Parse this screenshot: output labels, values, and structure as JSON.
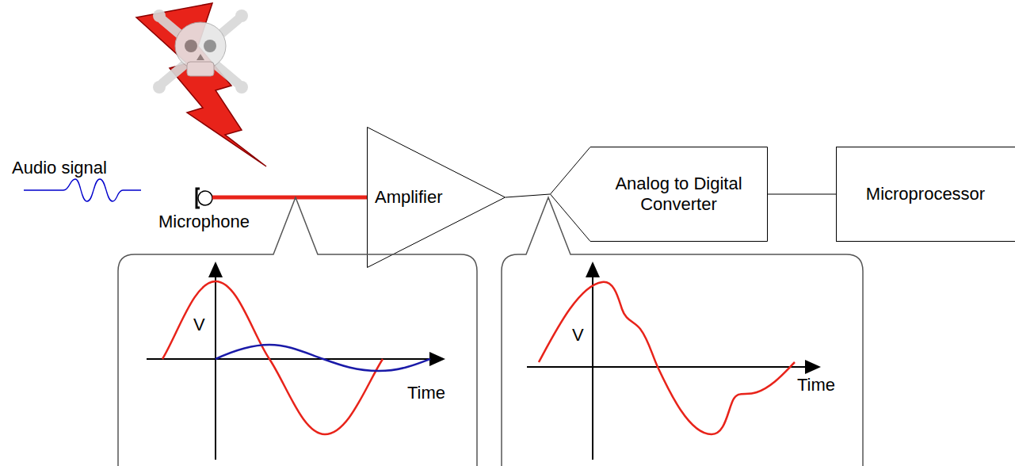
{
  "diagram": {
    "nodes": [
      {
        "text": [
          "Amplifier"
        ]
      },
      {
        "text": [
          "Analog to Digital Converter"
        ]
      },
      {
        "text": [
          "Microprocessor"
        ]
      },
      {
        "text": [
          "V",
          "Time"
        ]
      },
      {
        "text": [
          "V",
          "Time"
        ]
      }
    ],
    "edges": [
      {
        "from": 0,
        "to": 1,
        "arrow": "none"
      },
      {
        "from": 1,
        "to": 2,
        "arrow": "none"
      }
    ],
    "labels": [
      "Audio signal",
      "Microphone"
    ]
  }
}
